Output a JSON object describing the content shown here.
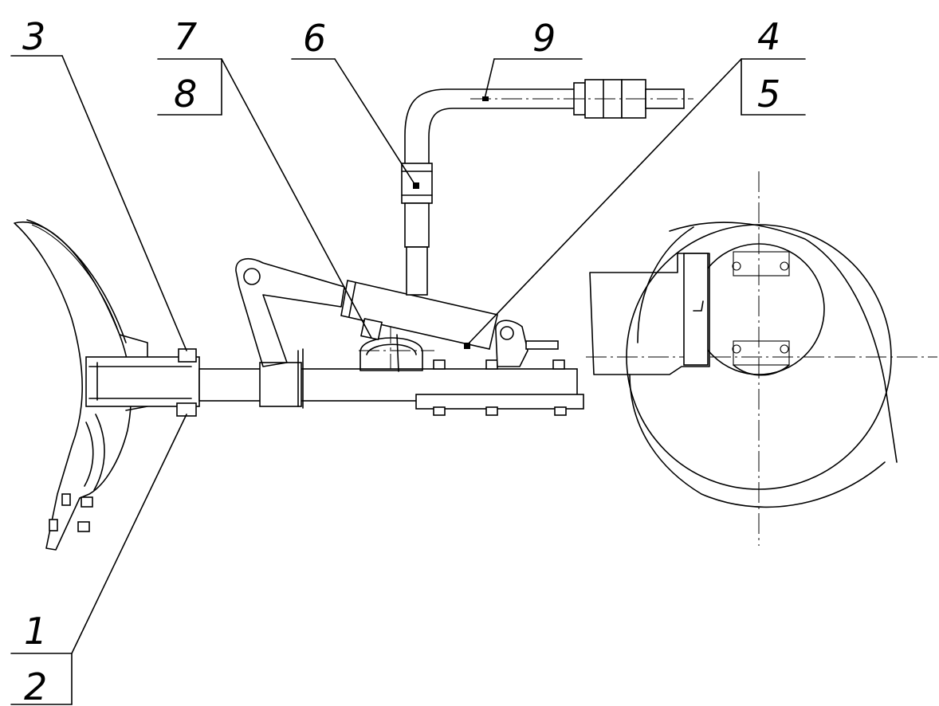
{
  "diagram": {
    "callouts": [
      {
        "id": "c3",
        "text": "3"
      },
      {
        "id": "c7",
        "text": "7"
      },
      {
        "id": "c8",
        "text": "8"
      },
      {
        "id": "c6",
        "text": "6"
      },
      {
        "id": "c9",
        "text": "9"
      },
      {
        "id": "c4",
        "text": "4"
      },
      {
        "id": "c5",
        "text": "5"
      },
      {
        "id": "c1",
        "text": "1"
      },
      {
        "id": "c2",
        "text": "2"
      }
    ]
  }
}
